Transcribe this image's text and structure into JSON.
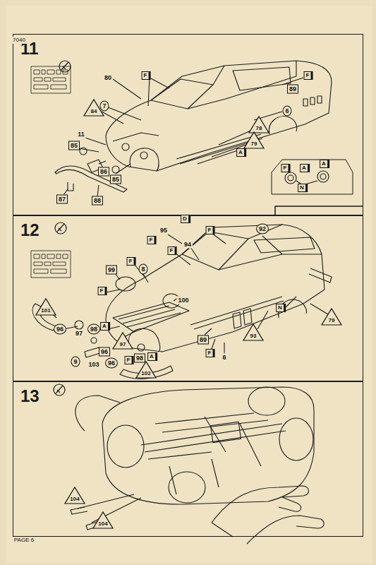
{
  "diagram": {
    "nodes": [
      {
        "text": [
          "11"
        ]
      },
      {
        "text": [
          "12"
        ]
      },
      {
        "text": [
          "13"
        ]
      }
    ],
    "labels": [
      "7040",
      "80",
      "F",
      "89",
      "F",
      "84",
      "7",
      "6",
      "78",
      "79",
      "A",
      "11",
      "85",
      "86",
      "85",
      "87",
      "88",
      "F",
      "A",
      "A",
      "N",
      "D",
      "95",
      "F",
      "94",
      "F",
      "F",
      "92",
      "F",
      "99",
      "8",
      "F",
      "100",
      "101",
      "96",
      "97",
      "98",
      "A",
      "97",
      "9",
      "96",
      "103",
      "96",
      "F",
      "98",
      "A",
      "102",
      "89",
      "F",
      "6",
      "93",
      "N",
      "79",
      "104",
      "104",
      "PAGE 6"
    ]
  }
}
